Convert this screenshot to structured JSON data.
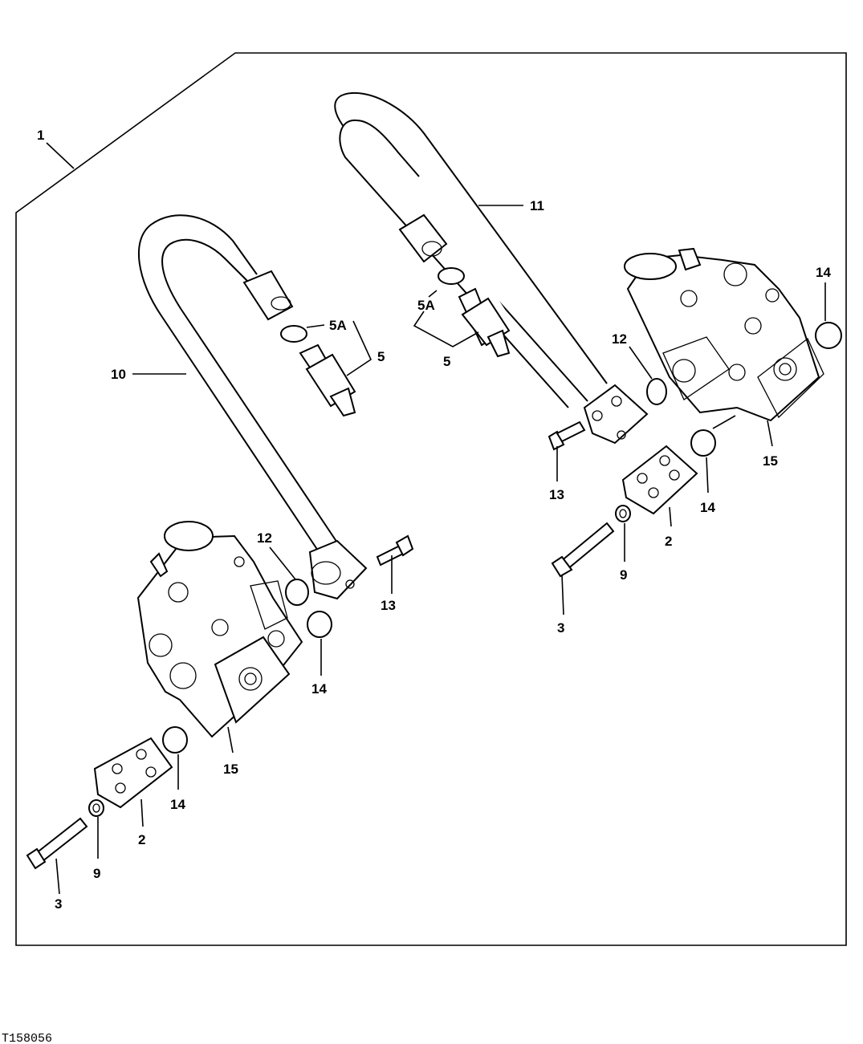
{
  "figure_id": "T158056",
  "callouts": {
    "c1": "1",
    "c10": "10",
    "c11": "11",
    "c5A_left": "5A",
    "c5_left": "5",
    "c5A_right": "5A",
    "c5_right": "5",
    "c12_left": "12",
    "c13_left": "13",
    "c14_left_a": "14",
    "c15_left": "15",
    "c14_left_b": "14",
    "c2_left": "2",
    "c9_left": "9",
    "c3_left": "3",
    "c12_right": "12",
    "c13_right": "13",
    "c14_right_a": "14",
    "c15_right": "15",
    "c14_right_b": "14",
    "c2_right": "2",
    "c9_right": "9",
    "c3_right": "3"
  }
}
